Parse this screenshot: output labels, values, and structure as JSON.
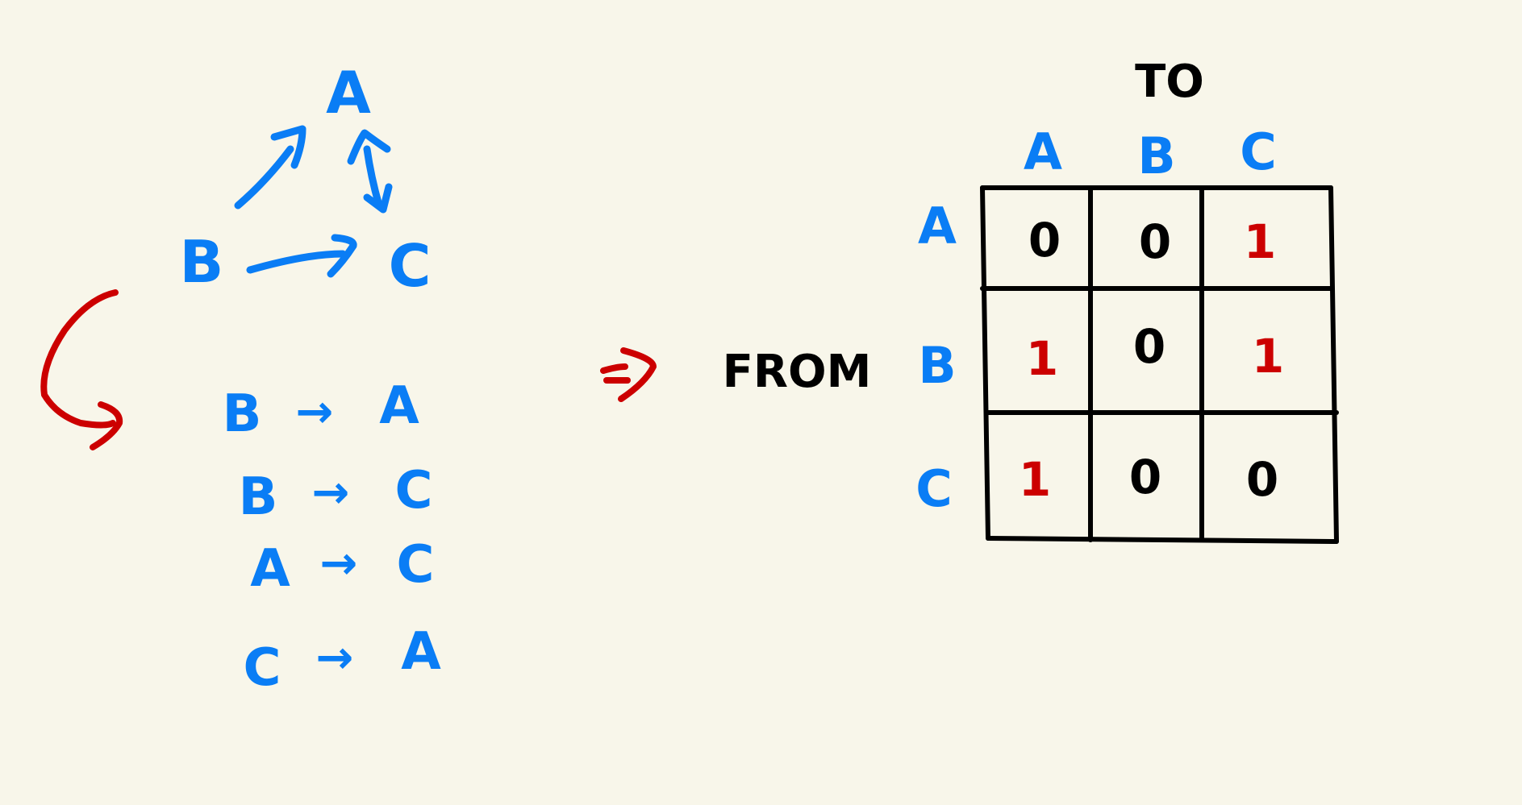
{
  "graph": {
    "nodes": [
      "A",
      "B",
      "C"
    ]
  },
  "edge_list": [
    {
      "from": "B",
      "arrow": "→",
      "to": "A"
    },
    {
      "from": "B",
      "arrow": "→",
      "to": "C"
    },
    {
      "from": "A",
      "arrow": "→",
      "to": "C"
    },
    {
      "from": "C",
      "arrow": "→",
      "to": "A"
    }
  ],
  "matrix": {
    "to_label": "TO",
    "from_label": "FROM",
    "columns": [
      "A",
      "B",
      "C"
    ],
    "rows": [
      "A",
      "B",
      "C"
    ],
    "cells": [
      [
        "0",
        "0",
        "1"
      ],
      [
        "1",
        "0",
        "1"
      ],
      [
        "1",
        "0",
        "0"
      ]
    ]
  },
  "colors": {
    "blue": "#0a7df5",
    "red": "#cc0000",
    "black": "#000000",
    "background": "#f8f6ea"
  }
}
